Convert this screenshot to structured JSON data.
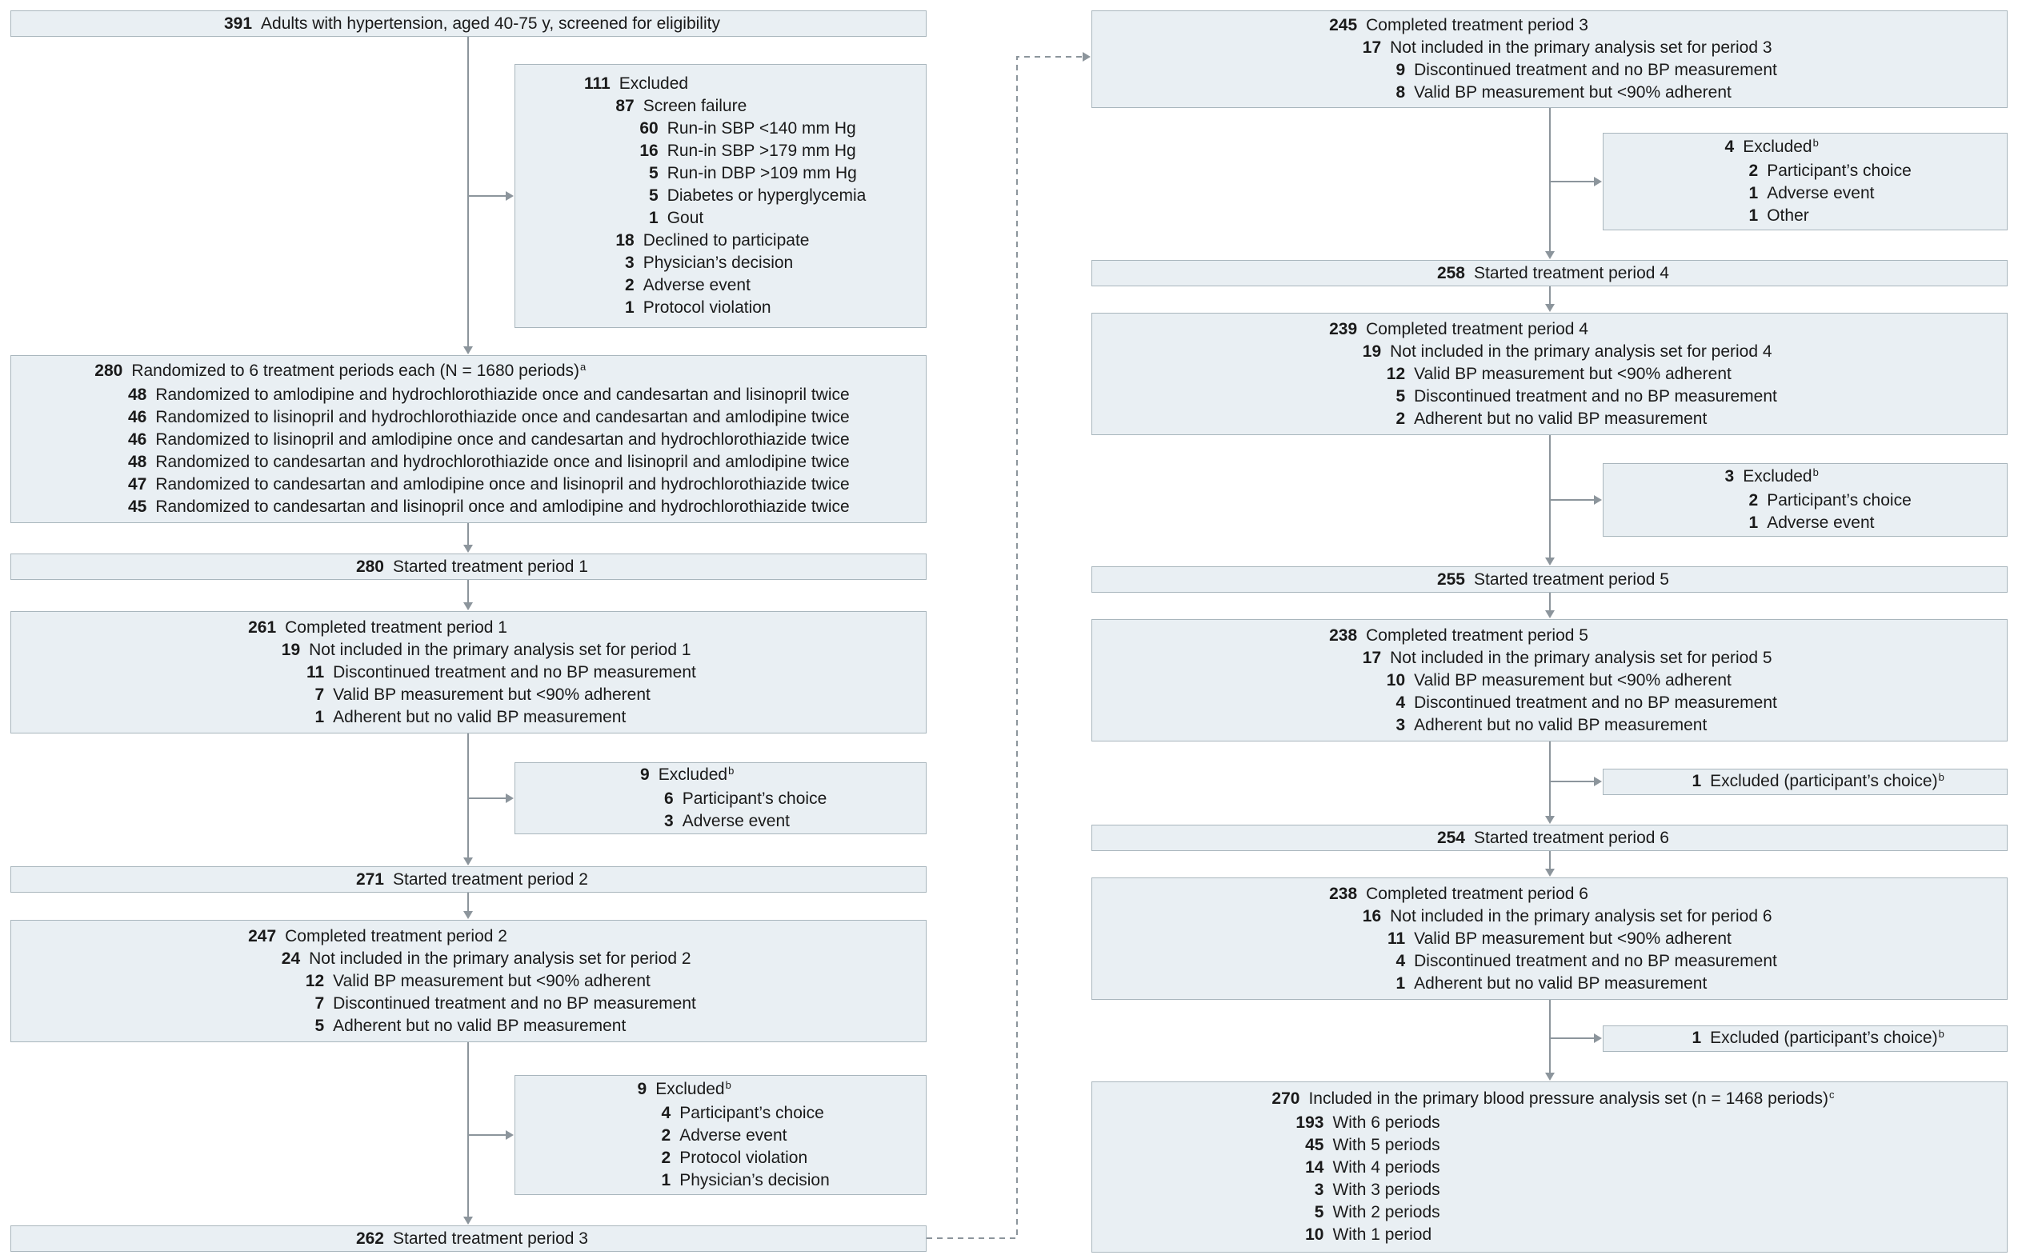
{
  "figure": {
    "type": "trial-flow-diagram",
    "description": "Participant flow diagram with treatment periods"
  },
  "colors": {
    "box_fill": "#e9eff3",
    "box_border": "#a9b6bd",
    "arrow": "#8c959c",
    "text": "#1a1a1a"
  },
  "boxes": [
    {
      "id": "screened",
      "lines": [
        {
          "n": "391",
          "t": "Adults with hypertension, aged 40-75 y, screened for eligibility",
          "i": 0
        }
      ]
    },
    {
      "id": "excluded-screening",
      "lines": [
        {
          "n": "111",
          "t": "Excluded",
          "i": 0
        },
        {
          "n": "87",
          "t": "Screen failure",
          "i": 1
        },
        {
          "n": "60",
          "t": "Run-in SBP <140 mm Hg",
          "i": 2
        },
        {
          "n": "16",
          "t": "Run-in SBP >179 mm Hg",
          "i": 2
        },
        {
          "n": "5",
          "t": "Run-in DBP >109 mm Hg",
          "i": 2
        },
        {
          "n": "5",
          "t": "Diabetes or hyperglycemia",
          "i": 2
        },
        {
          "n": "1",
          "t": "Gout",
          "i": 2
        },
        {
          "n": "18",
          "t": "Declined to participate",
          "i": 1
        },
        {
          "n": "3",
          "t": "Physician’s decision",
          "i": 1
        },
        {
          "n": "2",
          "t": "Adverse event",
          "i": 1
        },
        {
          "n": "1",
          "t": "Protocol violation",
          "i": 1
        }
      ]
    },
    {
      "id": "randomized",
      "lines": [
        {
          "n": "280",
          "t": "Randomized to 6 treatment periods each (N = 1680 periods)",
          "sup": "a",
          "i": 0
        },
        {
          "n": "48",
          "t": "Randomized to amlodipine and hydrochlorothiazide once and candesartan and lisinopril twice",
          "i": 1
        },
        {
          "n": "46",
          "t": "Randomized to lisinopril and hydrochlorothiazide once and candesartan and amlodipine twice",
          "i": 1
        },
        {
          "n": "46",
          "t": "Randomized to lisinopril and amlodipine once and candesartan and hydrochlorothiazide twice",
          "i": 1
        },
        {
          "n": "48",
          "t": "Randomized to candesartan and hydrochlorothiazide once and lisinopril and amlodipine twice",
          "i": 1
        },
        {
          "n": "47",
          "t": "Randomized to candesartan and amlodipine once and lisinopril and hydrochlorothiazide twice",
          "i": 1
        },
        {
          "n": "45",
          "t": "Randomized to candesartan and lisinopril once and amlodipine and hydrochlorothiazide twice",
          "i": 1
        }
      ]
    },
    {
      "id": "start-1",
      "lines": [
        {
          "n": "280",
          "t": "Started treatment period 1",
          "i": 0
        }
      ]
    },
    {
      "id": "completed-1",
      "lines": [
        {
          "n": "261",
          "t": "Completed treatment period 1",
          "i": 0
        },
        {
          "n": "19",
          "t": "Not included in the primary analysis set for period 1",
          "i": 1
        },
        {
          "n": "11",
          "t": "Discontinued treatment and no BP measurement",
          "i": 2
        },
        {
          "n": "7",
          "t": "Valid BP measurement but <90% adherent",
          "i": 2
        },
        {
          "n": "1",
          "t": "Adherent but no valid BP measurement",
          "i": 2
        }
      ]
    },
    {
      "id": "excluded-1",
      "lines": [
        {
          "n": "9",
          "t": "Excluded",
          "sup": "b",
          "i": 0
        },
        {
          "n": "6",
          "t": "Participant’s choice",
          "i": 1
        },
        {
          "n": "3",
          "t": "Adverse event",
          "i": 1
        }
      ]
    },
    {
      "id": "start-2",
      "lines": [
        {
          "n": "271",
          "t": "Started treatment period 2",
          "i": 0
        }
      ]
    },
    {
      "id": "completed-2",
      "lines": [
        {
          "n": "247",
          "t": "Completed treatment period 2",
          "i": 0
        },
        {
          "n": "24",
          "t": "Not included in the primary analysis set for period 2",
          "i": 1
        },
        {
          "n": "12",
          "t": "Valid BP measurement but <90% adherent",
          "i": 2
        },
        {
          "n": "7",
          "t": "Discontinued treatment and no BP measurement",
          "i": 2
        },
        {
          "n": "5",
          "t": "Adherent but no valid BP measurement",
          "i": 2
        }
      ]
    },
    {
      "id": "excluded-2",
      "lines": [
        {
          "n": "9",
          "t": "Excluded",
          "sup": "b",
          "i": 0
        },
        {
          "n": "4",
          "t": "Participant’s choice",
          "i": 1
        },
        {
          "n": "2",
          "t": "Adverse event",
          "i": 1
        },
        {
          "n": "2",
          "t": "Protocol violation",
          "i": 1
        },
        {
          "n": "1",
          "t": "Physician’s decision",
          "i": 1
        }
      ]
    },
    {
      "id": "start-3",
      "lines": [
        {
          "n": "262",
          "t": "Started treatment period 3",
          "i": 0
        }
      ]
    },
    {
      "id": "completed-3",
      "lines": [
        {
          "n": "245",
          "t": "Completed treatment period 3",
          "i": 0
        },
        {
          "n": "17",
          "t": "Not included in the primary analysis set for period 3",
          "i": 1
        },
        {
          "n": "9",
          "t": "Discontinued treatment and no BP measurement",
          "i": 2
        },
        {
          "n": "8",
          "t": "Valid BP measurement but <90% adherent",
          "i": 2
        }
      ]
    },
    {
      "id": "excluded-3",
      "lines": [
        {
          "n": "4",
          "t": "Excluded",
          "sup": "b",
          "i": 0
        },
        {
          "n": "2",
          "t": "Participant’s choice",
          "i": 1
        },
        {
          "n": "1",
          "t": "Adverse event",
          "i": 1
        },
        {
          "n": "1",
          "t": "Other",
          "i": 1
        }
      ]
    },
    {
      "id": "start-4",
      "lines": [
        {
          "n": "258",
          "t": "Started treatment period 4",
          "i": 0
        }
      ]
    },
    {
      "id": "completed-4",
      "lines": [
        {
          "n": "239",
          "t": "Completed treatment period 4",
          "i": 0
        },
        {
          "n": "19",
          "t": "Not included in the primary analysis set for period 4",
          "i": 1
        },
        {
          "n": "12",
          "t": "Valid BP measurement but <90% adherent",
          "i": 2
        },
        {
          "n": "5",
          "t": "Discontinued treatment and no BP measurement",
          "i": 2
        },
        {
          "n": "2",
          "t": "Adherent but no valid BP measurement",
          "i": 2
        }
      ]
    },
    {
      "id": "excluded-4",
      "lines": [
        {
          "n": "3",
          "t": "Excluded",
          "sup": "b",
          "i": 0
        },
        {
          "n": "2",
          "t": "Participant’s choice",
          "i": 1
        },
        {
          "n": "1",
          "t": "Adverse event",
          "i": 1
        }
      ]
    },
    {
      "id": "start-5",
      "lines": [
        {
          "n": "255",
          "t": "Started treatment period 5",
          "i": 0
        }
      ]
    },
    {
      "id": "completed-5",
      "lines": [
        {
          "n": "238",
          "t": "Completed treatment period 5",
          "i": 0
        },
        {
          "n": "17",
          "t": "Not included in the primary analysis set for period 5",
          "i": 1
        },
        {
          "n": "10",
          "t": "Valid BP measurement but <90% adherent",
          "i": 2
        },
        {
          "n": "4",
          "t": "Discontinued treatment and no BP measurement",
          "i": 2
        },
        {
          "n": "3",
          "t": "Adherent but no valid BP measurement",
          "i": 2
        }
      ]
    },
    {
      "id": "excluded-5",
      "lines": [
        {
          "n": "1",
          "t": "Excluded (participant’s choice)",
          "sup": "b",
          "i": 0
        }
      ]
    },
    {
      "id": "start-6",
      "lines": [
        {
          "n": "254",
          "t": "Started treatment period 6",
          "i": 0
        }
      ]
    },
    {
      "id": "completed-6",
      "lines": [
        {
          "n": "238",
          "t": "Completed treatment period 6",
          "i": 0
        },
        {
          "n": "16",
          "t": "Not included in the primary analysis set for period 6",
          "i": 1
        },
        {
          "n": "11",
          "t": "Valid BP measurement but <90% adherent",
          "i": 2
        },
        {
          "n": "4",
          "t": "Discontinued treatment and no BP measurement",
          "i": 2
        },
        {
          "n": "1",
          "t": "Adherent but no valid BP measurement",
          "i": 2
        }
      ]
    },
    {
      "id": "excluded-6",
      "lines": [
        {
          "n": "1",
          "t": "Excluded (participant’s choice)",
          "sup": "b",
          "i": 0
        }
      ]
    },
    {
      "id": "primary-analysis",
      "lines": [
        {
          "n": "270",
          "t": "Included in the primary blood pressure analysis set (n = 1468 periods)",
          "sup": "c",
          "i": 0
        },
        {
          "n": "193",
          "t": "With 6 periods",
          "i": 1
        },
        {
          "n": "45",
          "t": "With 5 periods",
          "i": 1
        },
        {
          "n": "14",
          "t": "With 4 periods",
          "i": 1
        },
        {
          "n": "3",
          "t": "With 3 periods",
          "i": 1
        },
        {
          "n": "5",
          "t": "With 2 periods",
          "i": 1
        },
        {
          "n": "10",
          "t": "With 1 period",
          "i": 1
        }
      ]
    }
  ]
}
